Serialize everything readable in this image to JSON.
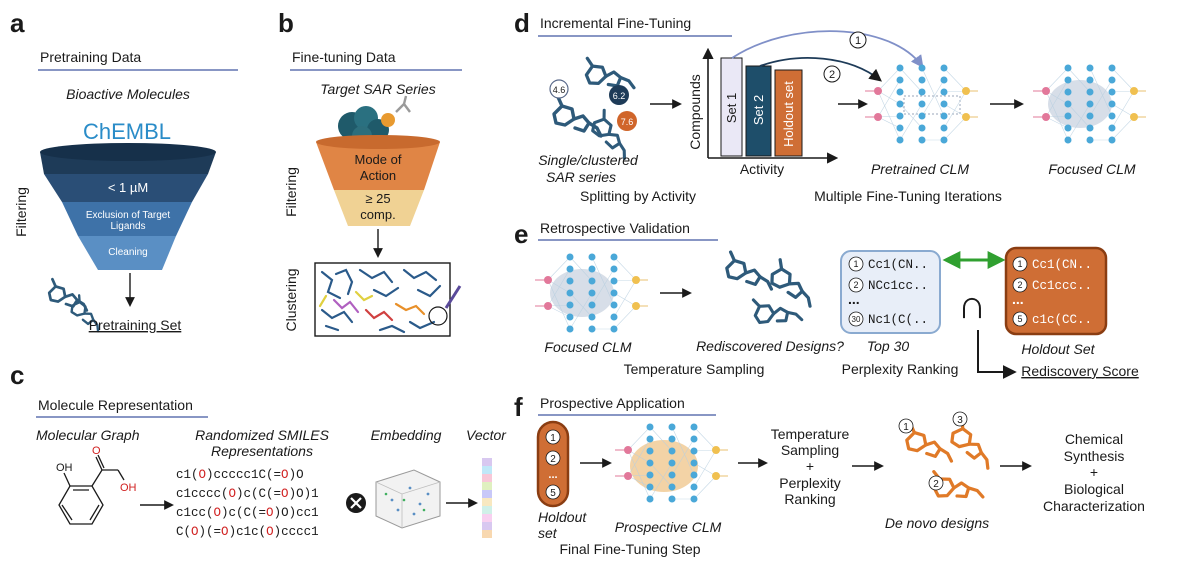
{
  "panel_a": {
    "letter": "a",
    "title": "Pretraining Data",
    "subtitle": "Bioactive Molecules",
    "brand": "ChEMBL",
    "funnel": [
      "< 1 µM",
      "Exclusion of Target",
      "Ligands",
      "Cleaning"
    ],
    "side_label": "Filtering",
    "output": "Pretraining Set"
  },
  "panel_b": {
    "letter": "b",
    "title": "Fine-tuning Data",
    "subtitle": "Target SAR Series",
    "funnel": [
      "Mode of",
      "Action",
      "≥ 25",
      "comp."
    ],
    "side_filter": "Filtering",
    "side_cluster": "Clustering"
  },
  "panel_c": {
    "letter": "c",
    "title": "Molecule Representation",
    "heads": [
      "Molecular Graph",
      "Randomized SMILES",
      "Representations",
      "Embedding",
      "Vector"
    ],
    "atoms": [
      "OH",
      "O",
      "OH"
    ],
    "smiles": [
      [
        "c1(",
        "O",
        ")ccccc1C(=",
        "O",
        ")O"
      ],
      [
        "c1cccc(",
        "O",
        ")c(C(=",
        "O",
        ")O)1"
      ],
      [
        "c1cc(",
        "O",
        ")c(C(=",
        "O",
        ")O)cc1"
      ],
      [
        "C(",
        "O",
        ")(=",
        "O",
        ")c1c(",
        "O",
        ")cccc1"
      ]
    ],
    "vector_colors": [
      "#d8c8f0",
      "#c0e8f8",
      "#f8c8d8",
      "#e0f0c0",
      "#c8c8f8",
      "#f8e8c0",
      "#d0f0e8",
      "#f8d0f0",
      "#d8c8f0",
      "#f8d8b0"
    ]
  },
  "panel_d": {
    "letter": "d",
    "title": "Incremental Fine-Tuning",
    "scores": [
      "4.6",
      "6.2",
      "7.6"
    ],
    "series_caption": [
      "Single/clustered",
      "SAR series"
    ],
    "split_caption": "Splitting by Activity",
    "y_axis": "Compounds",
    "x_axis": "Activity",
    "bars": [
      "Set 1",
      "Set 2",
      "Holdout set"
    ],
    "step_markers": [
      "1",
      "2"
    ],
    "pretrained": "Pretrained CLM",
    "focused": "Focused CLM",
    "bottom": "Multiple Fine-Tuning Iterations"
  },
  "panel_e": {
    "letter": "e",
    "title": "Retrospective Validation",
    "focused": "Focused CLM",
    "rediscovered": "Rediscovered Designs?",
    "temp": "Temperature Sampling",
    "top30_label": "Top 30",
    "top30": [
      [
        "1",
        "Cc1(CN.."
      ],
      [
        "2",
        "NCc1cc.."
      ],
      [
        "",
        "..."
      ],
      [
        "30",
        "Nc1(C(.."
      ]
    ],
    "ranking": "Perplexity Ranking",
    "intersection": "∩",
    "holdout_rows": [
      [
        "1",
        "Cc1(CN.."
      ],
      [
        "2",
        "Cc1ccc.."
      ],
      [
        "",
        "..."
      ],
      [
        "5",
        "c1c(CC.."
      ]
    ],
    "holdout_label": "Holdout Set",
    "score": "Rediscovery Score"
  },
  "panel_f": {
    "letter": "f",
    "title": "Prospective Application",
    "items": [
      "1",
      "2",
      "...",
      "5"
    ],
    "holdout": [
      "Holdout",
      "set"
    ],
    "clm": "Prospective CLM",
    "final": "Final Fine-Tuning Step",
    "process": [
      "Temperature",
      "Sampling",
      "+",
      "Perplexity",
      "Ranking"
    ],
    "design_markers": [
      "1",
      "2",
      "3"
    ],
    "designs": "De novo designs",
    "synthesis": [
      "Chemical",
      "Synthesis",
      "+",
      "Biological",
      "Characterization"
    ]
  },
  "colors": {
    "accent_line": "#8896c4",
    "navy": "#1e3b58",
    "mid_blue": "#2e5f8c",
    "light_blue": "#5a8fc4",
    "chembl": "#2a8cc8",
    "orange": "#d8773a",
    "holdout_orange": "#cf6e35",
    "dark_orange": "#8a3d12",
    "tan": "#f0d294",
    "teal": "#1f5a6a",
    "node_blue": "#4aa8d8",
    "set1": "#eae8f6",
    "set2": "#1e4e6a",
    "top30_fill": "#e8eef8",
    "top30_border": "#8aaad0",
    "green": "#30a030"
  },
  "icons": [
    "funnel-icon",
    "molecule-icon",
    "neural-network-icon",
    "protein-icon",
    "embedding-cube-icon",
    "tensor-product-icon",
    "arrow-icon"
  ]
}
